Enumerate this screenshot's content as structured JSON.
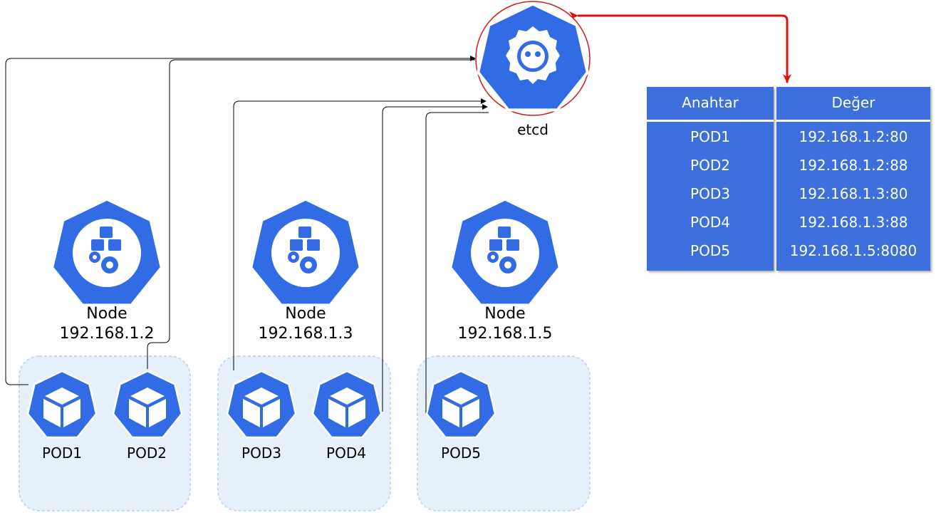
{
  "nodes": [
    {
      "title": "Node",
      "ip": "192.168.1.2"
    },
    {
      "title": "Node",
      "ip": "192.168.1.3"
    },
    {
      "title": "Node",
      "ip": "192.168.1.5"
    }
  ],
  "pods": [
    {
      "label": "POD1"
    },
    {
      "label": "POD2"
    },
    {
      "label": "POD3"
    },
    {
      "label": "POD4"
    },
    {
      "label": "POD5"
    }
  ],
  "etcd": {
    "label": "etcd"
  },
  "table": {
    "headers": [
      "Anahtar",
      "Değer"
    ],
    "rows": [
      [
        "POD1",
        "192.168.1.2:80"
      ],
      [
        "POD2",
        "192.168.1.2:88"
      ],
      [
        "POD3",
        "192.168.1.3:80"
      ],
      [
        "POD4",
        "192.168.1.3:88"
      ],
      [
        "POD5",
        "192.168.1.5:8080"
      ]
    ]
  },
  "colors": {
    "k8s_blue": "#326ce5",
    "group_fill": "#e6f0fa",
    "group_border": "#c8d8ec",
    "table_blue": "#3d6fdc",
    "arrow_red": "#e01010",
    "connector": "#000000"
  },
  "icons": {
    "node": "kubernetes-node-icon",
    "pod": "kubernetes-pod-icon",
    "etcd": "etcd-icon"
  }
}
